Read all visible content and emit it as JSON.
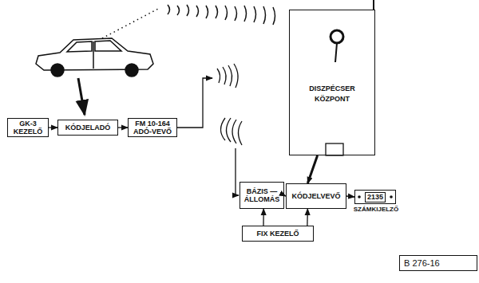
{
  "diagram": {
    "nodes": [
      {
        "text": [
          "GK-3 KEZELŐ"
        ]
      },
      {
        "text": [
          "KÓDJELADÓ"
        ]
      },
      {
        "text": [
          "FM 10-164 ADÓ-VEVŐ"
        ]
      },
      {
        "text": [
          "DISZPÉCSER KÖZPONT"
        ]
      },
      {
        "text": [
          "BÁZIS — ÁLLOMÁS"
        ]
      },
      {
        "text": [
          "KÓDJELVEVŐ"
        ]
      },
      {
        "text": [
          "2135",
          "SZÁMKIJELZŐ"
        ]
      },
      {
        "text": [
          "FIX KEZELŐ"
        ]
      },
      {
        "text": [
          "B 276-16"
        ]
      }
    ],
    "edges": [
      {
        "from": 0,
        "to": 1,
        "arrow": "to"
      },
      {
        "from": 1,
        "to": 2,
        "arrow": "to"
      },
      {
        "from": 3,
        "to": 5,
        "arrow": "to"
      },
      {
        "from": 4,
        "to": 5,
        "arrow": "to"
      },
      {
        "from": 5,
        "to": 6,
        "arrow": "to"
      },
      {
        "from": 7,
        "to": 4,
        "arrow": "to"
      },
      {
        "from": 7,
        "to": 5,
        "arrow": "to"
      }
    ]
  }
}
